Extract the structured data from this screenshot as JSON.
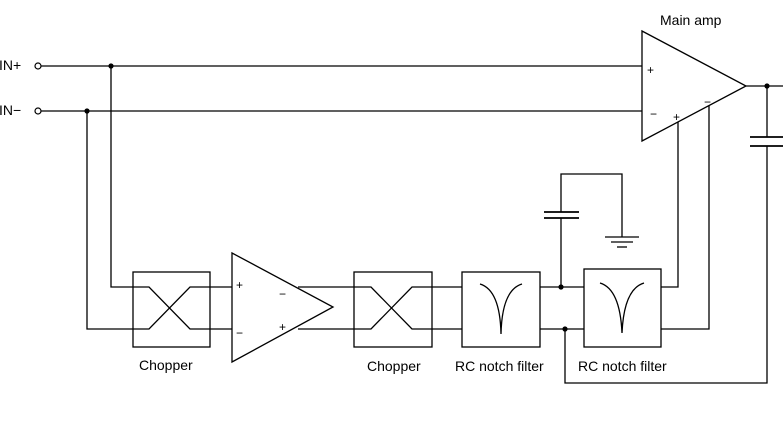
{
  "inputs": {
    "in_plus": "IN+",
    "in_minus": "IN−"
  },
  "main_amp": {
    "label": "Main amp",
    "plus": "+",
    "minus": "−",
    "aux_plus": "+",
    "aux_minus": "−"
  },
  "chopper_1": {
    "label": "Chopper"
  },
  "chopper_2": {
    "label": "Chopper"
  },
  "aux_amp": {
    "plus_in": "+",
    "minus_in": "−",
    "minus_out": "−",
    "plus_out": "+"
  },
  "notch_1": {
    "label": "RC notch filter"
  },
  "notch_2": {
    "label": "RC notch filter"
  }
}
